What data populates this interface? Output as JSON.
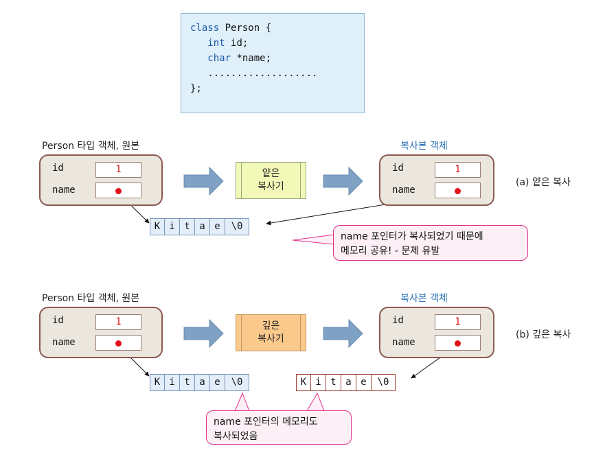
{
  "code": {
    "line1_kw": "class",
    "line1_rest": " Person {",
    "line2_kw": "int",
    "line2_rest": " id;",
    "line3_kw": "char",
    "line3_rest": " *name;",
    "line4": "...................",
    "line5": "};"
  },
  "shallow": {
    "original_caption": "Person 타입 객체, 원본",
    "copy_caption": "복사본 객체",
    "id_label": "id",
    "name_label": "name",
    "id_value": "1",
    "copy_id_value": "1",
    "copier_line1": "얕은",
    "copier_line2": "복사기",
    "side_label": "(a) 얕은 복사",
    "array": [
      "K",
      "i",
      "t",
      "a",
      "e",
      "\\0"
    ],
    "callout_line1": "name 포인터가 복사되었기 때문에",
    "callout_line2": "메모리 공유! - 문제 유발"
  },
  "deep": {
    "original_caption": "Person 타입 객체, 원본",
    "copy_caption": "복사본 객체",
    "id_label": "id",
    "name_label": "name",
    "id_value": "1",
    "copy_id_value": "1",
    "copier_line1": "깊은",
    "copier_line2": "복사기",
    "side_label": "(b) 깊은 복사",
    "array": [
      "K",
      "i",
      "t",
      "a",
      "e",
      "\\0"
    ],
    "copy_array": [
      "K",
      "i",
      "t",
      "a",
      "e",
      "\\0"
    ],
    "callout_line1": "name 포인터의 메모리도",
    "callout_line2": "복사되었음"
  },
  "colors": {
    "arrow_fill": "#7fa1c4",
    "pointer_dot": "#e0101a",
    "callout_border": "#e0308a"
  }
}
